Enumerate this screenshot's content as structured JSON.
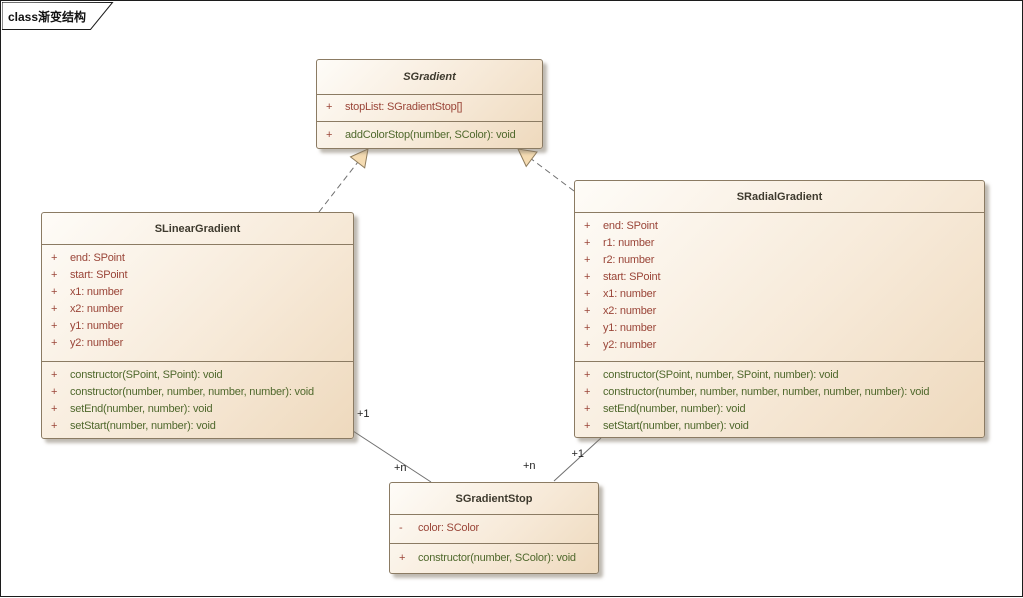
{
  "frame": {
    "label": "class渐变结构"
  },
  "colors": {
    "line_color": "#6f6f6f",
    "arrow_fill": "#f5dcb3",
    "arrow_stroke": "#8f7c5c",
    "box_border": "#8b7b63",
    "box_fill_light": "#fefcf8",
    "box_fill_dark": "#eed9bd",
    "attribute_text": "#9a4538",
    "method_text": "#4f682c"
  },
  "classes": [
    {
      "name": "SGradient",
      "abstract": true,
      "attributes": [
        {
          "visibility": "+",
          "text": "stopList: SGradientStop[]"
        }
      ],
      "methods": [
        {
          "visibility": "+",
          "text": "addColorStop(number, SColor): void"
        }
      ]
    },
    {
      "name": "SLinearGradient",
      "abstract": false,
      "attributes": [
        {
          "visibility": "+",
          "text": "end: SPoint"
        },
        {
          "visibility": "+",
          "text": "start: SPoint"
        },
        {
          "visibility": "+",
          "text": "x1: number"
        },
        {
          "visibility": "+",
          "text": "x2: number"
        },
        {
          "visibility": "+",
          "text": "y1: number"
        },
        {
          "visibility": "+",
          "text": "y2: number"
        }
      ],
      "methods": [
        {
          "visibility": "+",
          "text": "constructor(SPoint, SPoint): void"
        },
        {
          "visibility": "+",
          "text": "constructor(number, number, number, number): void"
        },
        {
          "visibility": "+",
          "text": "setEnd(number, number): void"
        },
        {
          "visibility": "+",
          "text": "setStart(number, number): void"
        }
      ]
    },
    {
      "name": "SRadialGradient",
      "abstract": false,
      "attributes": [
        {
          "visibility": "+",
          "text": "end: SPoint"
        },
        {
          "visibility": "+",
          "text": "r1: number"
        },
        {
          "visibility": "+",
          "text": "r2: number"
        },
        {
          "visibility": "+",
          "text": "start: SPoint"
        },
        {
          "visibility": "+",
          "text": "x1: number"
        },
        {
          "visibility": "+",
          "text": "x2: number"
        },
        {
          "visibility": "+",
          "text": "y1: number"
        },
        {
          "visibility": "+",
          "text": "y2: number"
        }
      ],
      "methods": [
        {
          "visibility": "+",
          "text": "constructor(SPoint, number, SPoint, number): void"
        },
        {
          "visibility": "+",
          "text": "constructor(number, number, number, number, number, number): void"
        },
        {
          "visibility": "+",
          "text": "setEnd(number, number): void"
        },
        {
          "visibility": "+",
          "text": "setStart(number, number): void"
        }
      ]
    },
    {
      "name": "SGradientStop",
      "abstract": false,
      "attributes": [
        {
          "visibility": "-",
          "text": "color: SColor"
        }
      ],
      "methods": [
        {
          "visibility": "+",
          "text": "constructor(number, SColor): void"
        }
      ]
    }
  ],
  "connectors": {
    "assoc_linear": {
      "gradient_end_label": "+1",
      "stop_end_label": "+n"
    },
    "assoc_radial": {
      "gradient_end_label": "+1",
      "stop_end_label": "+n"
    }
  }
}
